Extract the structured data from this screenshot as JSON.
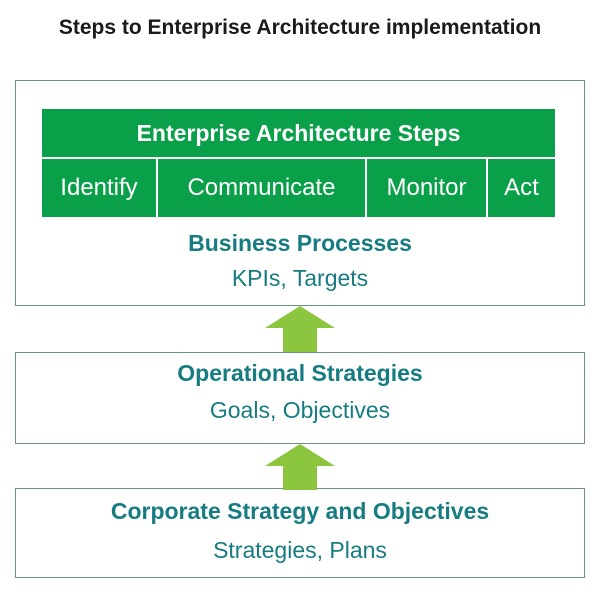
{
  "title": "Steps to Enterprise Architecture implementation",
  "ea_steps": {
    "header": "Enterprise Architecture Steps",
    "steps": [
      "Identify",
      "Communicate",
      "Monitor",
      "Act"
    ]
  },
  "layers": [
    {
      "heading": "Business Processes",
      "detail": "KPIs, Targets"
    },
    {
      "heading": "Operational Strategies",
      "detail": "Goals, Objectives"
    },
    {
      "heading": "Corporate Strategy and Objectives",
      "detail": "Strategies, Plans"
    }
  ],
  "colors": {
    "green": "#0aa04a",
    "arrow_green": "#8cc63f",
    "teal_text": "#167c82",
    "border": "#6e8f8f"
  },
  "icons": {
    "arrow": "up-arrow-icon"
  }
}
